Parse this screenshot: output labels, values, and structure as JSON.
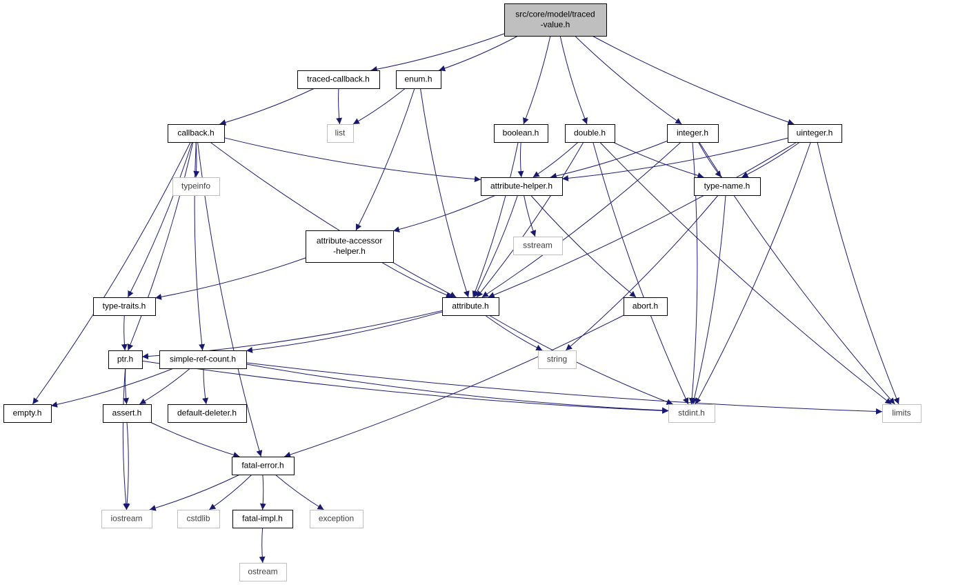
{
  "graph": {
    "title": "src/core/model/traced-value.h",
    "colors": {
      "edge": "#191970",
      "root_fill": "#bfbfbf",
      "node_border": "#000000",
      "external_border": "#bfbfbf"
    },
    "nodes": [
      {
        "id": "root",
        "lines": [
          "src/core/model/traced",
          "-value.h"
        ],
        "kind": "root"
      },
      {
        "id": "traced-callback",
        "lines": [
          "traced-callback.h"
        ],
        "kind": "file"
      },
      {
        "id": "enum",
        "lines": [
          "enum.h"
        ],
        "kind": "file"
      },
      {
        "id": "list",
        "lines": [
          "list"
        ],
        "kind": "system"
      },
      {
        "id": "callback",
        "lines": [
          "callback.h"
        ],
        "kind": "file"
      },
      {
        "id": "boolean",
        "lines": [
          "boolean.h"
        ],
        "kind": "file"
      },
      {
        "id": "double",
        "lines": [
          "double.h"
        ],
        "kind": "file"
      },
      {
        "id": "integer",
        "lines": [
          "integer.h"
        ],
        "kind": "file"
      },
      {
        "id": "uinteger",
        "lines": [
          "uinteger.h"
        ],
        "kind": "file"
      },
      {
        "id": "typeinfo",
        "lines": [
          "typeinfo"
        ],
        "kind": "system"
      },
      {
        "id": "attribute-helper",
        "lines": [
          "attribute-helper.h"
        ],
        "kind": "file"
      },
      {
        "id": "type-name",
        "lines": [
          "type-name.h"
        ],
        "kind": "file"
      },
      {
        "id": "attribute-accessor-helper",
        "lines": [
          "attribute-accessor",
          "-helper.h"
        ],
        "kind": "file"
      },
      {
        "id": "sstream",
        "lines": [
          "sstream"
        ],
        "kind": "system"
      },
      {
        "id": "type-traits",
        "lines": [
          "type-traits.h"
        ],
        "kind": "file"
      },
      {
        "id": "attribute",
        "lines": [
          "attribute.h"
        ],
        "kind": "file"
      },
      {
        "id": "abort",
        "lines": [
          "abort.h"
        ],
        "kind": "file"
      },
      {
        "id": "ptr",
        "lines": [
          "ptr.h"
        ],
        "kind": "file"
      },
      {
        "id": "simple-ref-count",
        "lines": [
          "simple-ref-count.h"
        ],
        "kind": "file"
      },
      {
        "id": "string",
        "lines": [
          "string"
        ],
        "kind": "system"
      },
      {
        "id": "empty",
        "lines": [
          "empty.h"
        ],
        "kind": "file"
      },
      {
        "id": "assert",
        "lines": [
          "assert.h"
        ],
        "kind": "file"
      },
      {
        "id": "default-deleter",
        "lines": [
          "default-deleter.h"
        ],
        "kind": "file"
      },
      {
        "id": "stdint",
        "lines": [
          "stdint.h"
        ],
        "kind": "system"
      },
      {
        "id": "limits",
        "lines": [
          "limits"
        ],
        "kind": "system"
      },
      {
        "id": "fatal-error",
        "lines": [
          "fatal-error.h"
        ],
        "kind": "file"
      },
      {
        "id": "iostream",
        "lines": [
          "iostream"
        ],
        "kind": "system"
      },
      {
        "id": "cstdlib",
        "lines": [
          "cstdlib"
        ],
        "kind": "system"
      },
      {
        "id": "fatal-impl",
        "lines": [
          "fatal-impl.h"
        ],
        "kind": "file"
      },
      {
        "id": "exception",
        "lines": [
          "exception"
        ],
        "kind": "system"
      },
      {
        "id": "ostream",
        "lines": [
          "ostream"
        ],
        "kind": "system"
      }
    ],
    "edges": [
      [
        "root",
        "traced-callback"
      ],
      [
        "root",
        "enum"
      ],
      [
        "root",
        "boolean"
      ],
      [
        "root",
        "double"
      ],
      [
        "root",
        "integer"
      ],
      [
        "root",
        "uinteger"
      ],
      [
        "traced-callback",
        "callback"
      ],
      [
        "traced-callback",
        "list"
      ],
      [
        "enum",
        "list"
      ],
      [
        "enum",
        "attribute-accessor-helper"
      ],
      [
        "enum",
        "attribute"
      ],
      [
        "callback",
        "empty"
      ],
      [
        "callback",
        "ptr"
      ],
      [
        "callback",
        "type-traits"
      ],
      [
        "callback",
        "simple-ref-count"
      ],
      [
        "callback",
        "typeinfo"
      ],
      [
        "callback",
        "fatal-error"
      ],
      [
        "callback",
        "attribute"
      ],
      [
        "callback",
        "attribute-helper"
      ],
      [
        "boolean",
        "attribute-helper"
      ],
      [
        "boolean",
        "attribute"
      ],
      [
        "double",
        "attribute-helper"
      ],
      [
        "double",
        "attribute"
      ],
      [
        "double",
        "type-name"
      ],
      [
        "double",
        "stdint"
      ],
      [
        "double",
        "limits"
      ],
      [
        "integer",
        "attribute-helper"
      ],
      [
        "integer",
        "attribute"
      ],
      [
        "integer",
        "type-name"
      ],
      [
        "integer",
        "stdint"
      ],
      [
        "integer",
        "limits"
      ],
      [
        "uinteger",
        "attribute-helper"
      ],
      [
        "uinteger",
        "attribute"
      ],
      [
        "uinteger",
        "type-name"
      ],
      [
        "uinteger",
        "stdint"
      ],
      [
        "uinteger",
        "limits"
      ],
      [
        "attribute-helper",
        "attribute-accessor-helper"
      ],
      [
        "attribute-helper",
        "sstream"
      ],
      [
        "attribute-helper",
        "attribute"
      ],
      [
        "attribute-helper",
        "abort"
      ],
      [
        "type-name",
        "string"
      ],
      [
        "type-name",
        "stdint"
      ],
      [
        "attribute-accessor-helper",
        "type-traits"
      ],
      [
        "attribute-accessor-helper",
        "attribute"
      ],
      [
        "type-traits",
        "ptr"
      ],
      [
        "attribute",
        "ptr"
      ],
      [
        "attribute",
        "simple-ref-count"
      ],
      [
        "attribute",
        "string"
      ],
      [
        "attribute",
        "stdint"
      ],
      [
        "abort",
        "fatal-error"
      ],
      [
        "ptr",
        "assert"
      ],
      [
        "ptr",
        "iostream"
      ],
      [
        "ptr",
        "stdint"
      ],
      [
        "simple-ref-count",
        "empty"
      ],
      [
        "simple-ref-count",
        "assert"
      ],
      [
        "simple-ref-count",
        "default-deleter"
      ],
      [
        "simple-ref-count",
        "stdint"
      ],
      [
        "simple-ref-count",
        "limits"
      ],
      [
        "assert",
        "iostream"
      ],
      [
        "assert",
        "fatal-error"
      ],
      [
        "fatal-error",
        "iostream"
      ],
      [
        "fatal-error",
        "cstdlib"
      ],
      [
        "fatal-error",
        "fatal-impl"
      ],
      [
        "fatal-error",
        "exception"
      ],
      [
        "fatal-impl",
        "ostream"
      ]
    ]
  }
}
